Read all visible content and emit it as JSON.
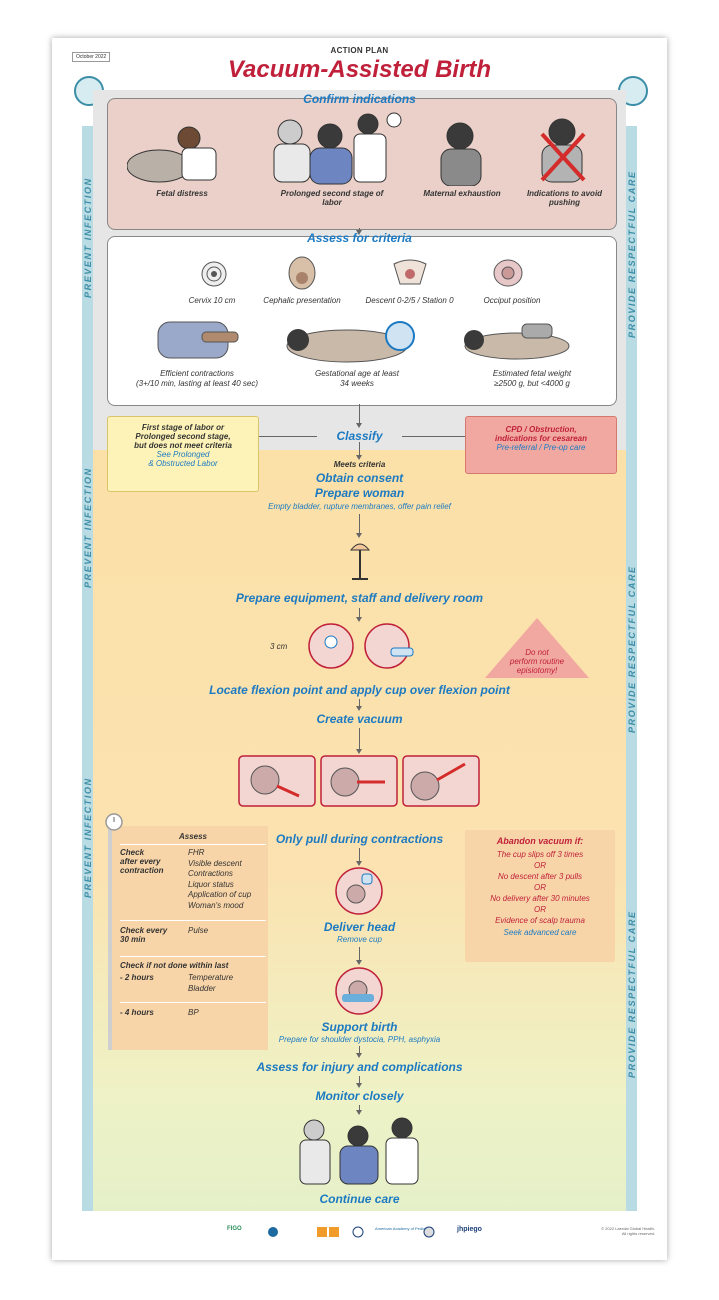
{
  "header": {
    "date": "October 2022",
    "supertitle": "ACTION PLAN",
    "title": "Vacuum-Assisted Birth"
  },
  "side": {
    "left": "PREVENT INFECTION",
    "right": "PROVIDE RESPECTFUL CARE"
  },
  "confirm": {
    "heading": "Confirm indications",
    "items": [
      "Fetal distress",
      "Prolonged second stage of labor",
      "Maternal exhaustion",
      "Indications to avoid pushing"
    ]
  },
  "assess": {
    "heading": "Assess for criteria",
    "row1": [
      "Cervix 10 cm",
      "Cephalic presentation",
      "Descent 0-2/5 / Station 0",
      "Occiput position"
    ],
    "row2": {
      "a": "Efficient contractions",
      "a2": "(3+/10 min, lasting at least 40 sec)",
      "b": "Gestational age at least",
      "b2": "34 weeks",
      "c": "Estimated fetal weight",
      "c2": "≥2500 g, but <4000 g"
    }
  },
  "classify": {
    "heading": "Classify",
    "left": {
      "l1": "First stage of labor or",
      "l2": "Prolonged second stage,",
      "l3": "but does not meet criteria",
      "l4": "See Prolonged",
      "l5": "& Obstructed Labor"
    },
    "right": {
      "r1": "CPD / Obstruction,",
      "r2": "indications for cesarean",
      "r3": "Pre-referral / Pre-op care"
    }
  },
  "steps": {
    "meets": "Meets criteria",
    "consent": "Obtain consent",
    "prepare_woman": "Prepare woman",
    "prepare_sub": "Empty bladder, rupture membranes, offer pain relief",
    "equipment": "Prepare equipment, staff and delivery room",
    "cm": "3 cm",
    "locate": "Locate flexion point and apply cup over flexion point",
    "vacuum": "Create vacuum",
    "pull": "Only pull during contractions",
    "deliver": "Deliver head",
    "deliver_sub": "Remove cup",
    "support": "Support birth",
    "support_sub": "Prepare for shoulder dystocia, PPH, asphyxia",
    "injury": "Assess for injury and complications",
    "monitor": "Monitor closely",
    "continue": "Continue care"
  },
  "warning": {
    "l1": "Do not",
    "l2": "perform routine",
    "l3": "episiotomy!"
  },
  "monitor_box": {
    "title": "Assess",
    "k1a": "Check",
    "k1b": "after every",
    "k1c": "contraction",
    "v1": [
      "FHR",
      "Visible descent",
      "Contractions",
      "Liquor status",
      "Application of cup",
      "Woman's mood"
    ],
    "k2a": "Check every",
    "k2b": "30 min",
    "v2": "Pulse",
    "k3": "Check if not done within last",
    "k4": "- 2 hours",
    "v4a": "Temperature",
    "v4b": "Bladder",
    "k5": "- 4 hours",
    "v5": "BP"
  },
  "abandon": {
    "title": "Abandon vacuum if:",
    "a1": "The cup slips off 3 times",
    "or1": "OR",
    "a2": "No descent after 3 pulls",
    "or2": "OR",
    "a3": "No delivery after 30 minutes",
    "or3": "OR",
    "a4": "Evidence of scalp trauma",
    "a5": "Seek advanced care"
  },
  "footer": {
    "figo": "FIGO",
    "ajp": "American Academy of Pediatrics",
    "jhpiego": "jhpiego",
    "copyright": "© 2022 Laerdal Global Health. All rights reserved."
  }
}
